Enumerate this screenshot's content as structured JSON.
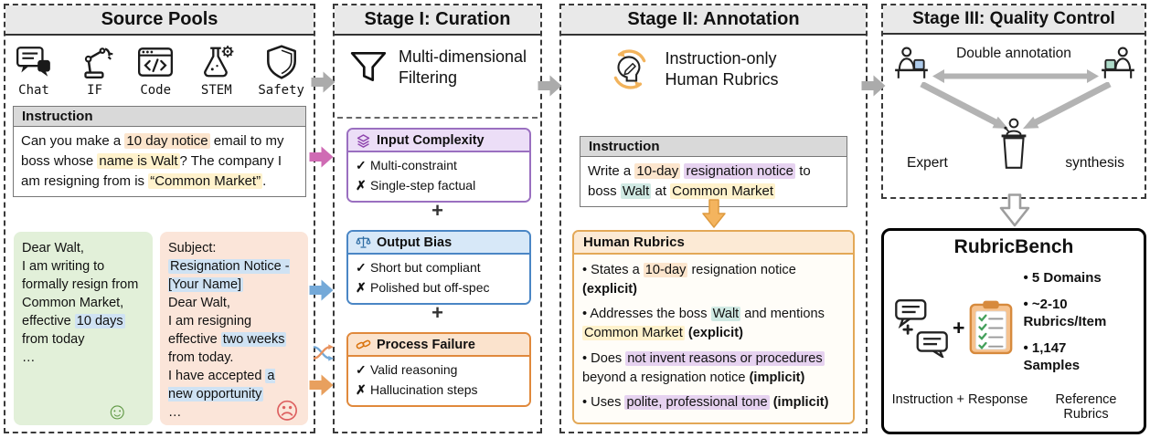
{
  "source": {
    "title": "Source Pools",
    "pools": [
      {
        "label": "Chat"
      },
      {
        "label": "IF"
      },
      {
        "label": "Code"
      },
      {
        "label": "STEM"
      },
      {
        "label": "Safety"
      }
    ],
    "instruction": {
      "header": "Instruction",
      "segments": [
        {
          "t": "Can you make a "
        },
        {
          "t": "10 day notice",
          "h": "peach"
        },
        {
          "t": " email to my boss whose "
        },
        {
          "t": "name is Walt",
          "h": "yellow"
        },
        {
          "t": "? The company I am resigning from is "
        },
        {
          "t": "“Common Market”",
          "h": "yellow"
        },
        {
          "t": "."
        }
      ]
    },
    "good_response": {
      "segments": [
        {
          "t": "Dear Walt,"
        },
        {
          "brk": true
        },
        {
          "t": "I am writing to formally resign from Common Market, effective "
        },
        {
          "t": "10 days",
          "h": "blue"
        },
        {
          "t": " from today"
        },
        {
          "brk": true
        },
        {
          "t": "…"
        }
      ]
    },
    "bad_response": {
      "segments": [
        {
          "t": "Subject:"
        },
        {
          "brk": true
        },
        {
          "t": "Resignation Notice - [Your Name]",
          "h": "blue"
        },
        {
          "brk": true
        },
        {
          "t": "Dear Walt,"
        },
        {
          "brk": true
        },
        {
          "t": "I am resigning effective "
        },
        {
          "t": "two weeks",
          "h": "blue"
        },
        {
          "t": " from today."
        },
        {
          "brk": true
        },
        {
          "t": "I have accepted "
        },
        {
          "t": "a new opportunity",
          "h": "blue"
        },
        {
          "brk": true
        },
        {
          "t": "…"
        }
      ]
    }
  },
  "stage1": {
    "title": "Stage I: Curation",
    "subtitle": "Multi-dimensional Filtering",
    "plus": "+",
    "check": "✓",
    "cross": "✗",
    "filters": [
      {
        "title": "Input Complexity",
        "pass": "Multi-constraint",
        "fail": "Single-step factual"
      },
      {
        "title": "Output Bias",
        "pass": "Short but compliant",
        "fail": "Polished but off-spec"
      },
      {
        "title": "Process Failure",
        "pass": "Valid reasoning",
        "fail": "Hallucination steps"
      }
    ]
  },
  "stage2": {
    "title": "Stage II: Annotation",
    "subtitle": "Instruction-only Human Rubrics",
    "instruction": {
      "header": "Instruction",
      "segments": [
        {
          "t": "Write a "
        },
        {
          "t": "10-day",
          "h": "peach"
        },
        {
          "t": " "
        },
        {
          "t": "resignation notice",
          "h": "purple"
        },
        {
          "t": " to boss "
        },
        {
          "t": "Walt",
          "h": "teal"
        },
        {
          "t": " at "
        },
        {
          "t": "Common Market",
          "h": "yellow"
        }
      ]
    },
    "rubrics": {
      "header": "Human Rubrics",
      "items": [
        {
          "segments": [
            {
              "t": "• States a "
            },
            {
              "t": "10-day",
              "h": "peach"
            },
            {
              "t": " resignation notice "
            },
            {
              "t": "(explicit)",
              "b": true
            }
          ]
        },
        {
          "segments": [
            {
              "t": "• Addresses the boss "
            },
            {
              "t": "Walt",
              "h": "teal"
            },
            {
              "t": " and mentions "
            },
            {
              "t": "Common Market",
              "h": "yellow"
            },
            {
              "t": " "
            },
            {
              "t": "(explicit)",
              "b": true
            }
          ]
        },
        {
          "segments": [
            {
              "t": "• Does "
            },
            {
              "t": "not invent reasons or procedures",
              "h": "purple"
            },
            {
              "t": " beyond a resignation notice "
            },
            {
              "t": "(implicit)",
              "b": true
            }
          ]
        },
        {
          "segments": [
            {
              "t": "• Uses "
            },
            {
              "t": "polite, professional tone",
              "h": "purple"
            },
            {
              "t": " "
            },
            {
              "t": "(implicit)",
              "b": true
            }
          ]
        }
      ]
    }
  },
  "stage3": {
    "title": "Stage III: Quality Control",
    "double_annotation": "Double annotation",
    "expert": "Expert",
    "synthesis": "synthesis"
  },
  "bench": {
    "title": "RubricBench",
    "plus": "+",
    "stats": [
      "• 5 Domains",
      "• ~2-10 Rubrics/Item",
      "• 1,147 Samples"
    ],
    "left_label": "Instruction + Response",
    "right_label": "Reference Rubrics"
  },
  "icons": {
    "happy_face": "☺",
    "sad_face": "☹"
  },
  "colors": {
    "highlight_peach": "#fce5cd",
    "highlight_yellow": "#fff2cc",
    "highlight_purple": "#e6d2f0",
    "highlight_teal": "#d0e9e3",
    "highlight_blue": "#cfe2f3",
    "good_response_bg": "#e2f0d9",
    "bad_response_bg": "#fbe5d9",
    "input_complexity_accent": "#9a6fc0",
    "output_bias_accent": "#4a86c5",
    "process_failure_accent": "#e0893c",
    "rubrics_accent": "#e3a857",
    "flow_arrow_gray": "#ababab"
  }
}
